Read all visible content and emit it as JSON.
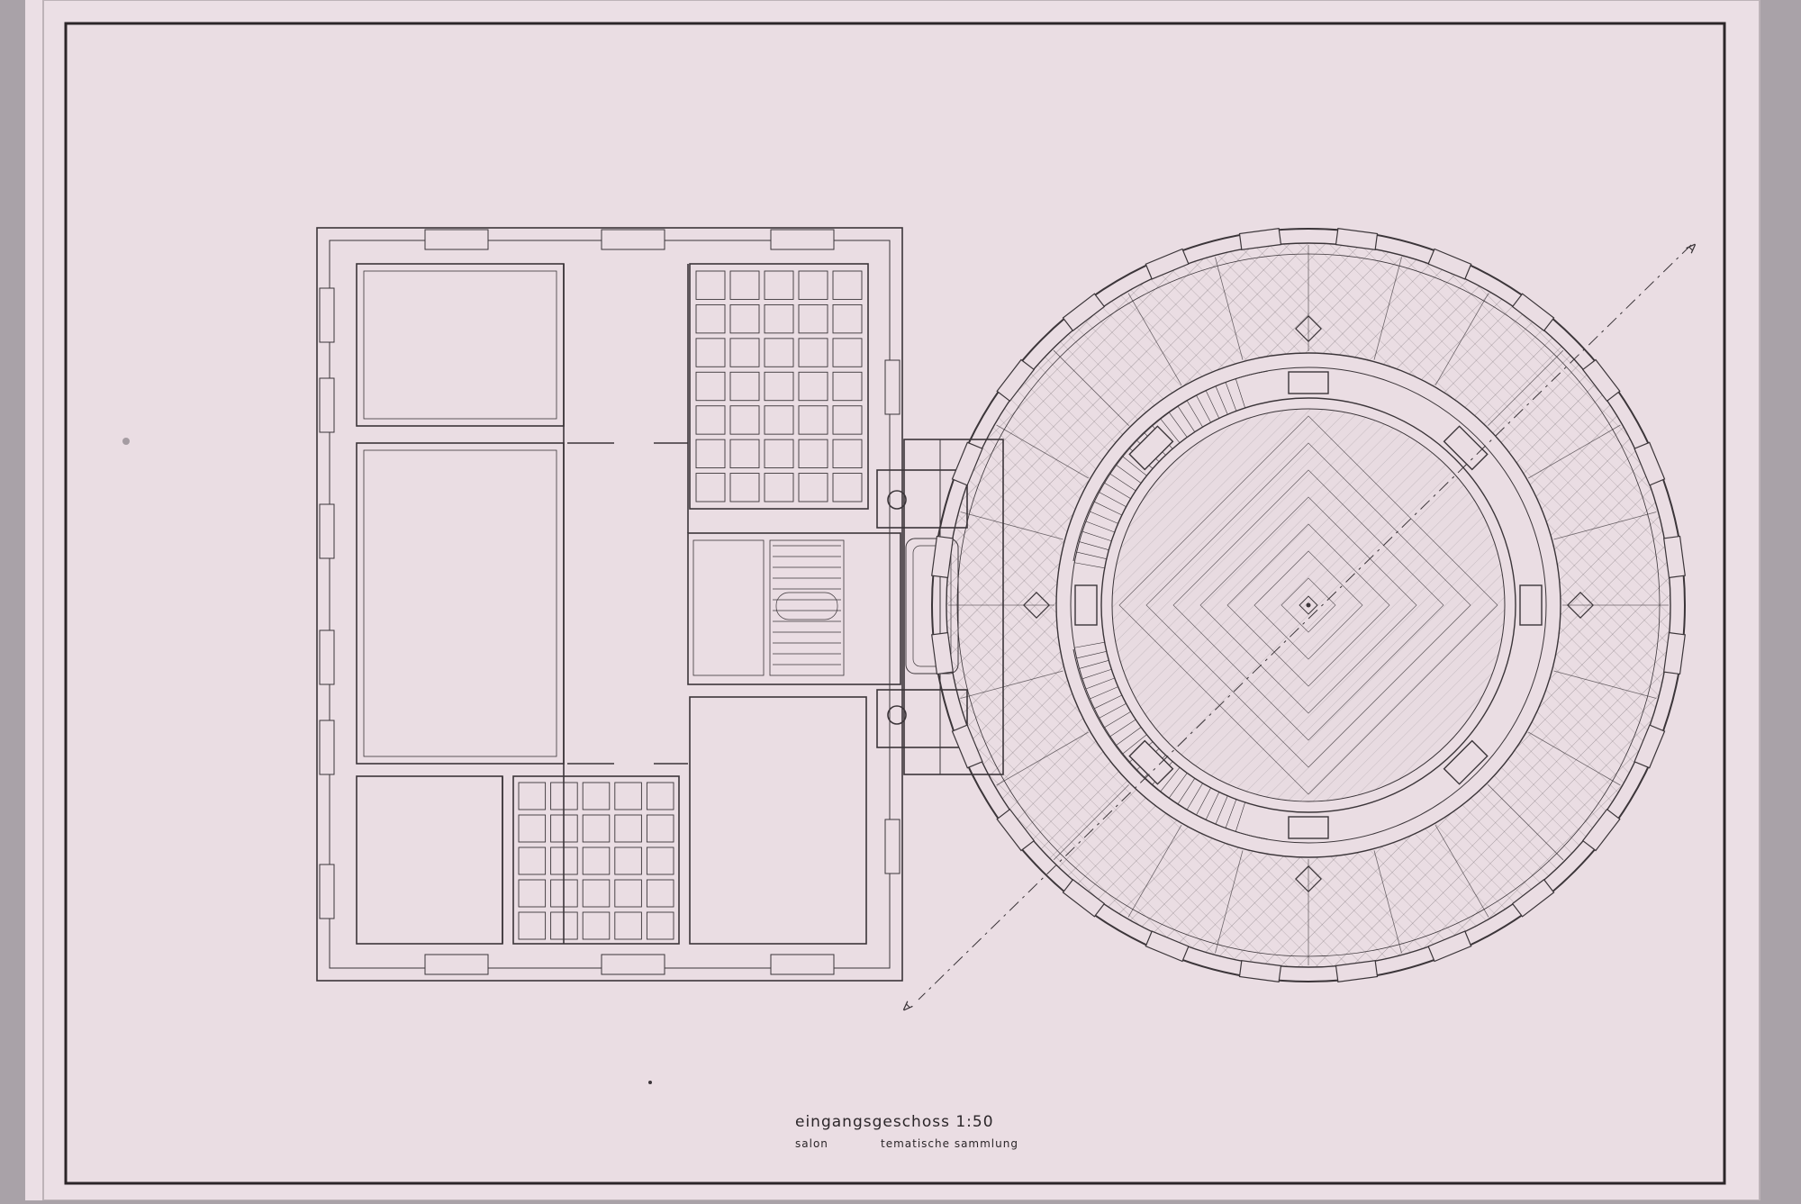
{
  "drawing": {
    "title": "eingangsgeschoss 1:50",
    "subtitle_left": "salon",
    "subtitle_right": "tematische sammlung",
    "section_marker_top": "A",
    "section_marker_bottom": "A"
  },
  "colors": {
    "sheet": "#e9dde3",
    "line": "#3b3539",
    "background": "#a9a2a8"
  }
}
